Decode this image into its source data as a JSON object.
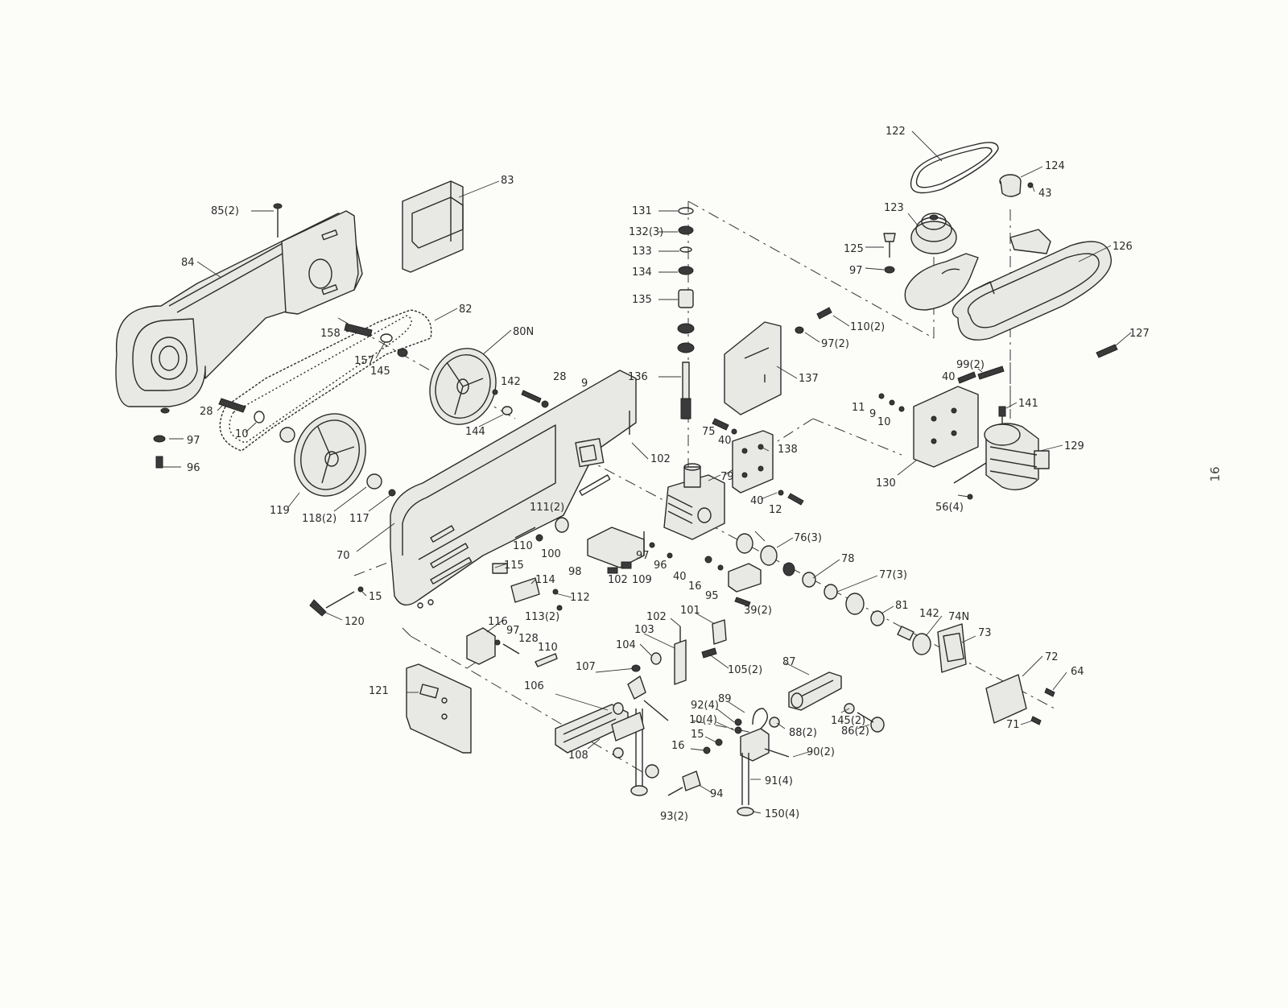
{
  "page_number": "16",
  "callouts": [
    {
      "id": "c-85",
      "text": "85(2)"
    },
    {
      "id": "c-84",
      "text": "84"
    },
    {
      "id": "c-83",
      "text": "83"
    },
    {
      "id": "c-82",
      "text": "82"
    },
    {
      "id": "c-158",
      "text": "158"
    },
    {
      "id": "c-157",
      "text": "157"
    },
    {
      "id": "c-145a",
      "text": "145"
    },
    {
      "id": "c-80n",
      "text": "80N"
    },
    {
      "id": "c-28a",
      "text": "28"
    },
    {
      "id": "c-10a",
      "text": "10"
    },
    {
      "id": "c-97a",
      "text": "97"
    },
    {
      "id": "c-96a",
      "text": "96"
    },
    {
      "id": "c-119",
      "text": "119"
    },
    {
      "id": "c-118",
      "text": "118(2)"
    },
    {
      "id": "c-117",
      "text": "117"
    },
    {
      "id": "c-142a",
      "text": "142"
    },
    {
      "id": "c-28b",
      "text": "28"
    },
    {
      "id": "c-9a",
      "text": "9"
    },
    {
      "id": "c-144",
      "text": "144"
    },
    {
      "id": "c-70",
      "text": "70"
    },
    {
      "id": "c-131",
      "text": "131"
    },
    {
      "id": "c-132",
      "text": "132(3)"
    },
    {
      "id": "c-133",
      "text": "133"
    },
    {
      "id": "c-134",
      "text": "134"
    },
    {
      "id": "c-135",
      "text": "135"
    },
    {
      "id": "c-136",
      "text": "136"
    },
    {
      "id": "c-137",
      "text": "137"
    },
    {
      "id": "c-110b",
      "text": "110(2)"
    },
    {
      "id": "c-97b",
      "text": "97(2)"
    },
    {
      "id": "c-75",
      "text": "75"
    },
    {
      "id": "c-40a",
      "text": "40"
    },
    {
      "id": "c-138",
      "text": "138"
    },
    {
      "id": "c-102a",
      "text": "102"
    },
    {
      "id": "c-79",
      "text": "79"
    },
    {
      "id": "c-40b",
      "text": "40"
    },
    {
      "id": "c-12",
      "text": "12"
    },
    {
      "id": "c-111",
      "text": "111(2)"
    },
    {
      "id": "c-110a",
      "text": "110"
    },
    {
      "id": "c-100",
      "text": "100"
    },
    {
      "id": "c-98",
      "text": "98"
    },
    {
      "id": "c-97c",
      "text": "97"
    },
    {
      "id": "c-96b",
      "text": "96"
    },
    {
      "id": "c-102b",
      "text": "102"
    },
    {
      "id": "c-109",
      "text": "109"
    },
    {
      "id": "c-40c",
      "text": "40"
    },
    {
      "id": "c-16a",
      "text": "16"
    },
    {
      "id": "c-95",
      "text": "95"
    },
    {
      "id": "c-76",
      "text": "76(3)"
    },
    {
      "id": "c-78",
      "text": "78"
    },
    {
      "id": "c-77",
      "text": "77(3)"
    },
    {
      "id": "c-39",
      "text": "39(2)"
    },
    {
      "id": "c-81",
      "text": "81"
    },
    {
      "id": "c-142b",
      "text": "142"
    },
    {
      "id": "c-74n",
      "text": "74N"
    },
    {
      "id": "c-73",
      "text": "73"
    },
    {
      "id": "c-72",
      "text": "72"
    },
    {
      "id": "c-64",
      "text": "64"
    },
    {
      "id": "c-71",
      "text": "71"
    },
    {
      "id": "c-115",
      "text": "115"
    },
    {
      "id": "c-114",
      "text": "114"
    },
    {
      "id": "c-112",
      "text": "112"
    },
    {
      "id": "c-113",
      "text": "113(2)"
    },
    {
      "id": "c-15a",
      "text": "15"
    },
    {
      "id": "c-120",
      "text": "120"
    },
    {
      "id": "c-116",
      "text": "116"
    },
    {
      "id": "c-97d",
      "text": "97"
    },
    {
      "id": "c-128",
      "text": "128"
    },
    {
      "id": "c-110c",
      "text": "110"
    },
    {
      "id": "c-121",
      "text": "121"
    },
    {
      "id": "c-102c",
      "text": "102"
    },
    {
      "id": "c-101",
      "text": "101"
    },
    {
      "id": "c-103",
      "text": "103"
    },
    {
      "id": "c-104",
      "text": "104"
    },
    {
      "id": "c-105",
      "text": "105(2)"
    },
    {
      "id": "c-107",
      "text": "107"
    },
    {
      "id": "c-106",
      "text": "106"
    },
    {
      "id": "c-108",
      "text": "108"
    },
    {
      "id": "c-87",
      "text": "87"
    },
    {
      "id": "c-89",
      "text": "89"
    },
    {
      "id": "c-92",
      "text": "92(4)"
    },
    {
      "id": "c-10b",
      "text": "10(4)"
    },
    {
      "id": "c-15b",
      "text": "15"
    },
    {
      "id": "c-16b",
      "text": "16"
    },
    {
      "id": "c-145b",
      "text": "145(2)"
    },
    {
      "id": "c-88",
      "text": "88(2)"
    },
    {
      "id": "c-86",
      "text": "86(2)"
    },
    {
      "id": "c-90",
      "text": "90(2)"
    },
    {
      "id": "c-91",
      "text": "91(4)"
    },
    {
      "id": "c-94",
      "text": "94"
    },
    {
      "id": "c-93",
      "text": "93(2)"
    },
    {
      "id": "c-150",
      "text": "150(4)"
    },
    {
      "id": "c-122",
      "text": "122"
    },
    {
      "id": "c-124",
      "text": "124"
    },
    {
      "id": "c-43",
      "text": "43"
    },
    {
      "id": "c-123",
      "text": "123"
    },
    {
      "id": "c-125",
      "text": "125"
    },
    {
      "id": "c-97e",
      "text": "97"
    },
    {
      "id": "c-126",
      "text": "126"
    },
    {
      "id": "c-127",
      "text": "127"
    },
    {
      "id": "c-99",
      "text": "99(2)"
    },
    {
      "id": "c-40d",
      "text": "40"
    },
    {
      "id": "c-11",
      "text": "11"
    },
    {
      "id": "c-9b",
      "text": "9"
    },
    {
      "id": "c-10c",
      "text": "10"
    },
    {
      "id": "c-141",
      "text": "141"
    },
    {
      "id": "c-129",
      "text": "129"
    },
    {
      "id": "c-130",
      "text": "130"
    },
    {
      "id": "c-56",
      "text": "56(4)"
    }
  ]
}
